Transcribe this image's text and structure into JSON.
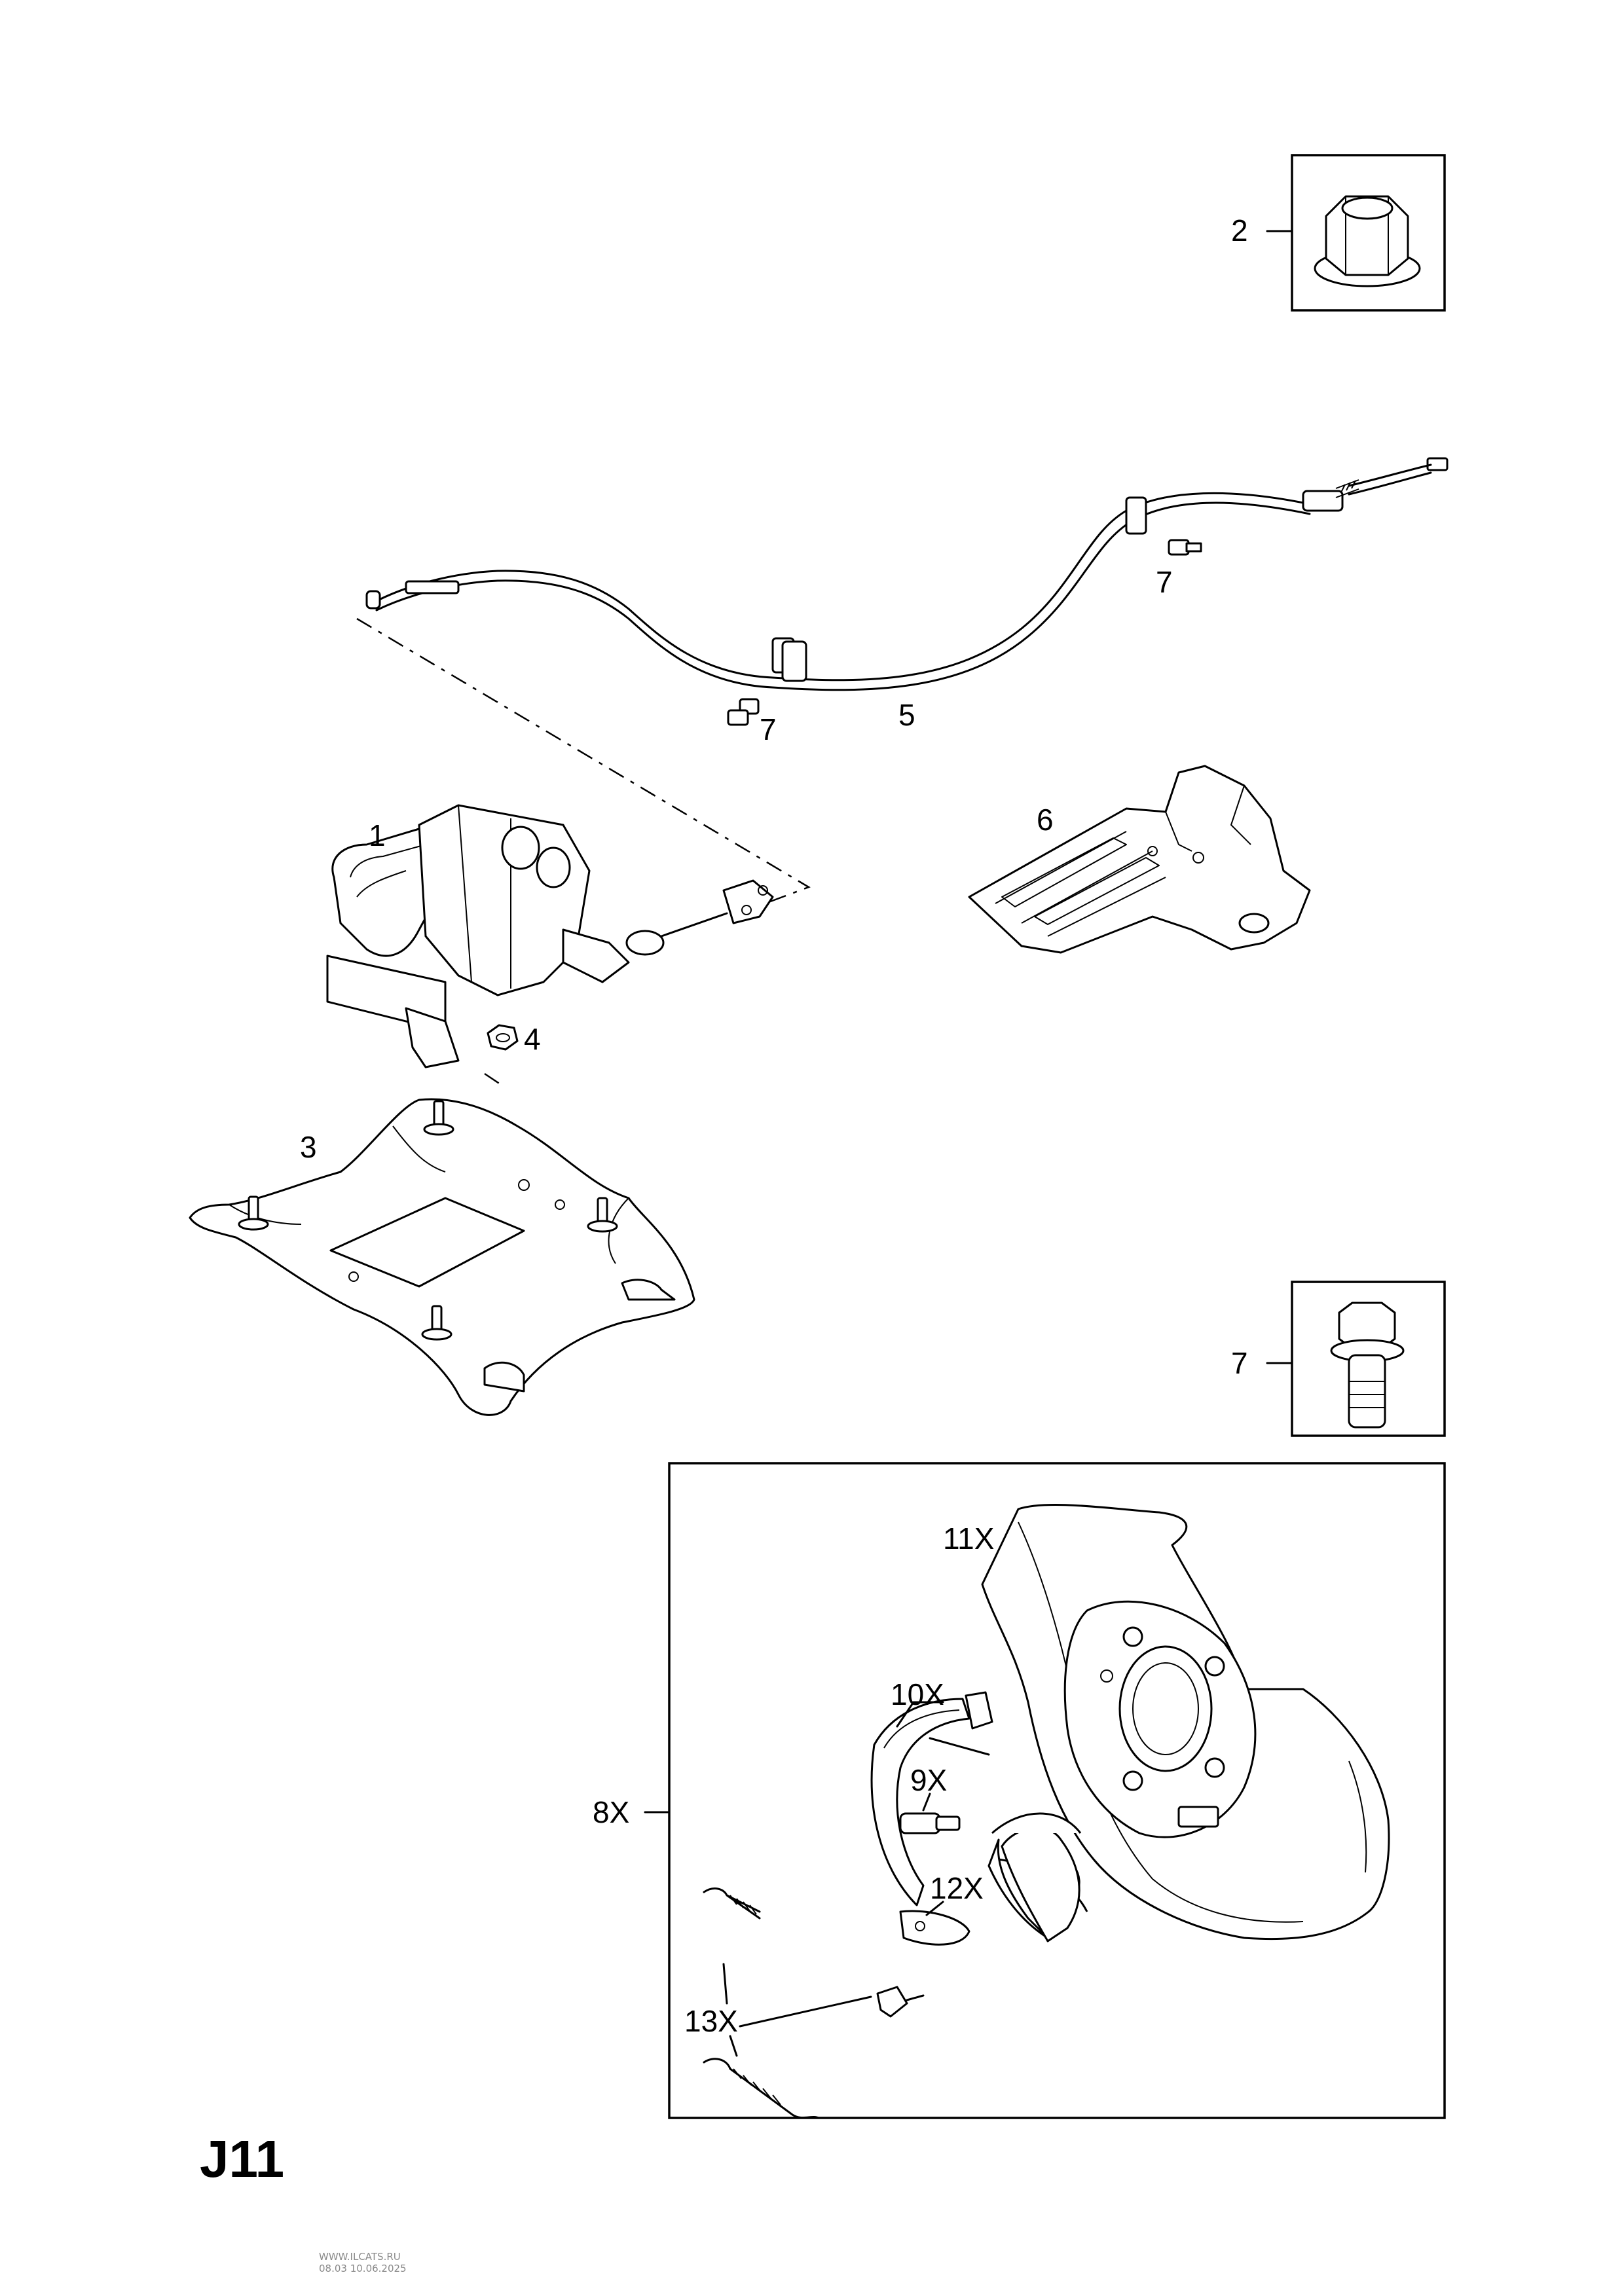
{
  "callouts": {
    "c1": "1",
    "c2": "2",
    "c3": "3",
    "c4": "4",
    "c5": "5",
    "c6": "6",
    "c7a": "7",
    "c7b": "7",
    "c7c": "7",
    "c8": "8X",
    "c9": "9X",
    "c10": "10X",
    "c11": "11X",
    "c12": "12X",
    "c13": "13X"
  },
  "page_ref": "J11",
  "watermark": {
    "line1": "WWW.ILCATS.RU",
    "line2": "08.03 10.06.2025"
  }
}
